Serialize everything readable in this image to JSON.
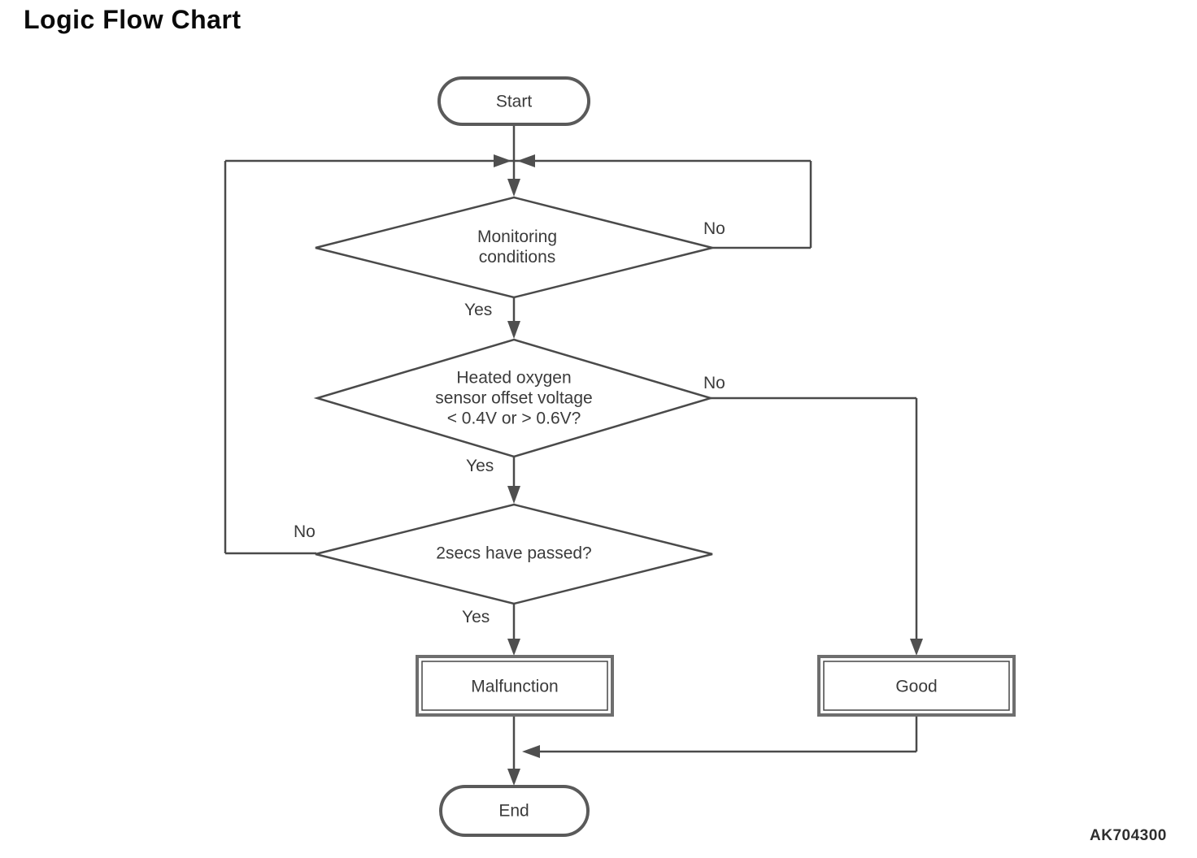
{
  "title": "Logic Flow Chart",
  "figure_code": "AK704300",
  "flowchart": {
    "nodes": {
      "start": {
        "type": "terminal",
        "label": "Start"
      },
      "monitoring": {
        "type": "decision",
        "label": "Monitoring\nconditions"
      },
      "sensor_offset": {
        "type": "decision",
        "label": "Heated oxygen\nsensor offset voltage\n< 0.4V or > 0.6V?"
      },
      "timer": {
        "type": "decision",
        "label": "2secs have passed?"
      },
      "malfunction": {
        "type": "process",
        "label": "Malfunction"
      },
      "good": {
        "type": "process",
        "label": "Good"
      },
      "end": {
        "type": "terminal",
        "label": "End"
      }
    },
    "edge_labels": {
      "monitoring_yes": "Yes",
      "monitoring_no": "No",
      "sensor_yes": "Yes",
      "sensor_no": "No",
      "timer_yes": "Yes",
      "timer_no": "No"
    },
    "colors": {
      "line": "#4a4a4a",
      "node_border": "#5a5a5a",
      "text": "#3b3b3b"
    }
  }
}
